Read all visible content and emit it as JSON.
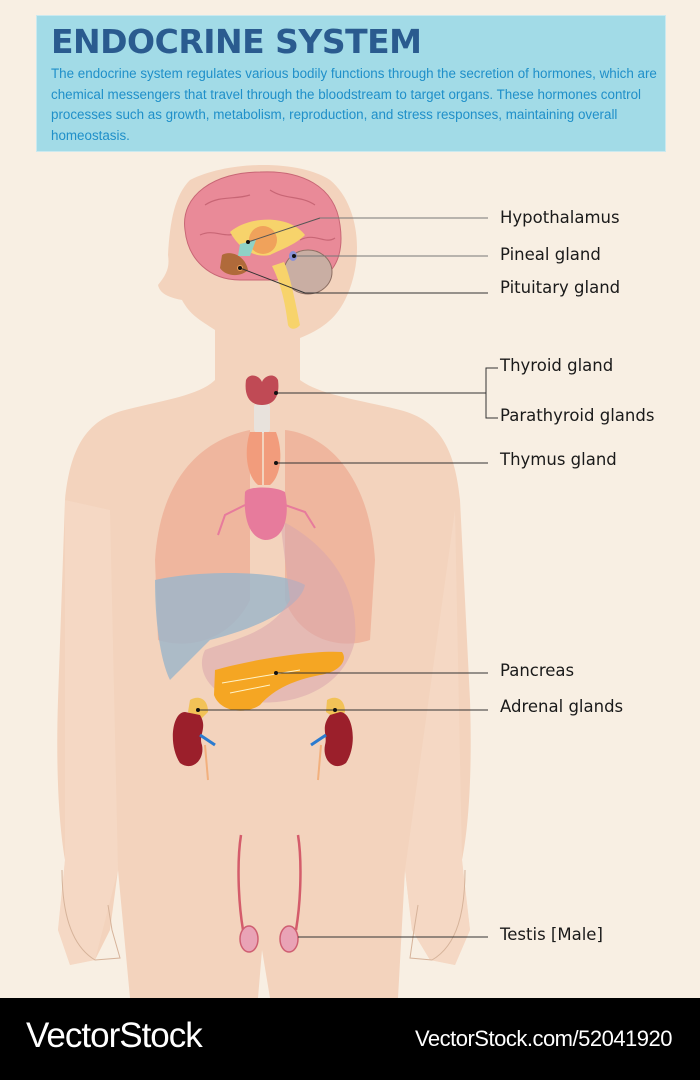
{
  "header": {
    "title": "ENDOCRINE SYSTEM",
    "description": "The endocrine system regulates various bodily functions through the secretion of hormones, which are chemical messengers that travel through the bloodstream to target organs. These hormones control processes such as growth, metabolism, reproduction, and stress responses, maintaining overall homeostasis."
  },
  "labels": [
    {
      "id": "hypothalamus",
      "text": "Hypothalamus"
    },
    {
      "id": "pineal",
      "text": "Pineal gland"
    },
    {
      "id": "pituitary",
      "text": "Pituitary gland"
    },
    {
      "id": "thyroid",
      "text": "Thyroid gland"
    },
    {
      "id": "parathyroid",
      "text": "Parathyroid glands"
    },
    {
      "id": "thymus",
      "text": "Thymus gland"
    },
    {
      "id": "pancreas",
      "text": "Pancreas"
    },
    {
      "id": "adrenal",
      "text": "Adrenal glands"
    },
    {
      "id": "testis",
      "text": "Testis [Male]"
    }
  ],
  "colors": {
    "background": "#f8efe3",
    "header_bg": "#a2dbe7",
    "title": "#2a5b8f",
    "description": "#1f8fc9",
    "skin": "#f3d3bd",
    "brain": "#e98a98",
    "thyroid": "#c04a55",
    "pancreas": "#f5a623",
    "kidney": "#9b1f2b"
  },
  "footer": {
    "brand": "VectorStock",
    "reference": "VectorStock.com/52041920"
  }
}
